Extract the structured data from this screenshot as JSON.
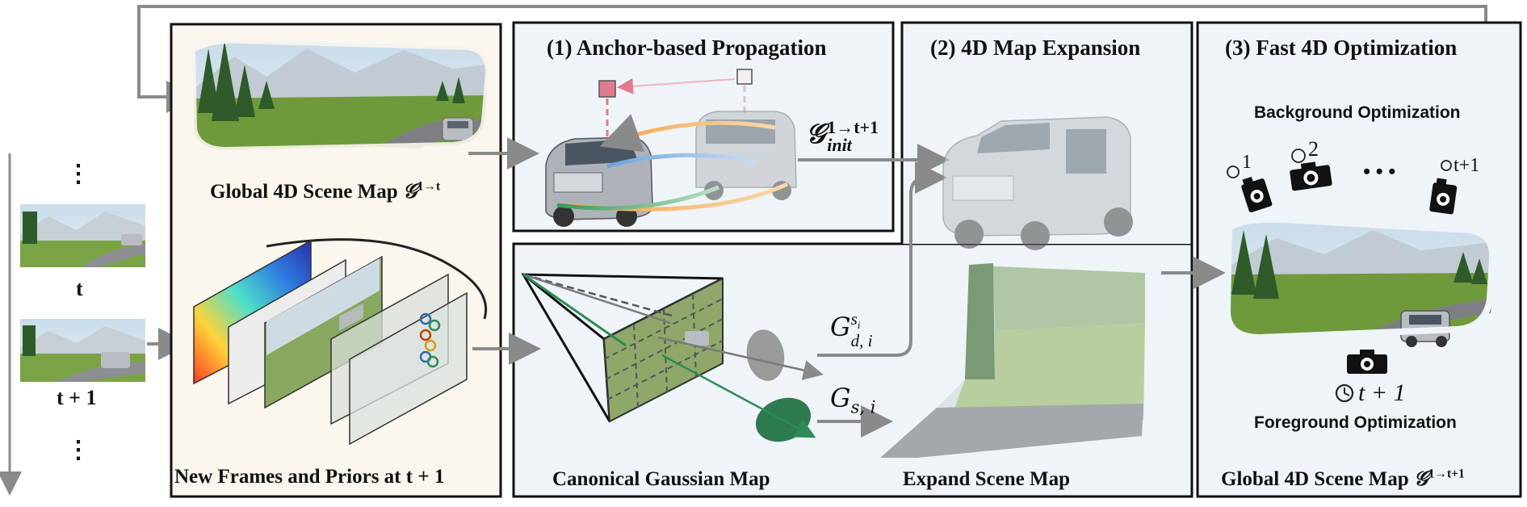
{
  "colors": {
    "panel_left_fill": "#fbf6ee",
    "panel_right_fill": "#eef4f7",
    "panel_border": "#111111",
    "arrow_gray": "#8a8a8a",
    "accent_green": "#2e8b57",
    "accent_pink": "#e07a8c",
    "sky": "#cfe0ec",
    "grass": "#6f9a3c",
    "road": "#7d7f83",
    "tree": "#2f5a2a",
    "car": "#b9bcc2"
  },
  "frames": {
    "label_t": "t",
    "label_t1": "t + 1",
    "dots": "⋮"
  },
  "global_panel": {
    "map_caption_text": "Global 4D Scene Map",
    "map_caption_symbol": "𝒢",
    "map_caption_sup": "1→t",
    "frames_caption": "New Frames and Priors at t + 1"
  },
  "anchor_panel": {
    "title": "(1) Anchor-based Propagation",
    "init_symbol": "𝒢",
    "init_sup": "1→t+1",
    "init_sub": "init"
  },
  "canonical_panel": {
    "caption": "Canonical Gaussian Map",
    "gd_symbol": "G",
    "gd_sup": "s",
    "gd_sup_sub": "i",
    "gd_sub": "d, i",
    "gs_symbol": "G",
    "gs_sub": "s, i"
  },
  "expansion_panel": {
    "title": "(2) 4D Map Expansion",
    "caption": "Expand Scene Map"
  },
  "optimization_panel": {
    "title": "(3) Fast 4D Optimization",
    "bg_label": "Background Optimization",
    "fg_label": "Foreground Optimization",
    "cam_1": "1",
    "cam_2": "2",
    "cam_ellipsis": "• • •",
    "cam_last": "t+1",
    "fg_time": "t + 1",
    "caption_text": "Global 4D Scene Map",
    "caption_symbol": "𝒢",
    "caption_sup": "1→t+1"
  }
}
